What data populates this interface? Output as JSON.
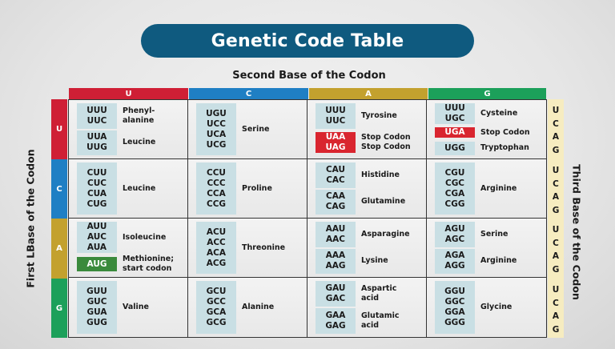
{
  "title": "Genetic Code Table",
  "second_base_label": "Second Base of the Codon",
  "first_base_label": "First LBase of the Codon",
  "third_base_label": "Third Base of the Codon",
  "colors": {
    "U": "#cf1f35",
    "C": "#1f7fc4",
    "A": "#c3a12e",
    "G": "#1ca05a",
    "title_bg": "#0f5a7f",
    "stop": "#d9252f",
    "start": "#3a8a3c",
    "codon_bg": "#c9dfe4",
    "third_bar": "#f6ecc0"
  },
  "columns": [
    "U",
    "C",
    "A",
    "G"
  ],
  "rows": [
    "U",
    "C",
    "A",
    "G"
  ],
  "third_bases": [
    "U",
    "C",
    "A",
    "G",
    "U",
    "C",
    "A",
    "G",
    "U",
    "C",
    "A",
    "G",
    "U",
    "C",
    "A",
    "G"
  ],
  "cells": [
    [
      {
        "groups": [
          {
            "codons": [
              "UUU",
              "UUC"
            ],
            "aa": [
              "Phenyl-",
              "alanine"
            ]
          },
          {
            "codons": [
              "UUA",
              "UUG"
            ],
            "aa": [
              "Leucine"
            ]
          }
        ]
      },
      {
        "groups": [
          {
            "codons": [
              "UGU",
              "UCC",
              "UCA",
              "UCG"
            ],
            "aa": [
              "Serine"
            ]
          }
        ]
      },
      {
        "groups": [
          {
            "codons": [
              "UUU",
              "UUC"
            ],
            "aa": [
              "Tyrosine"
            ]
          },
          {
            "codons": [
              "UAA",
              "UAG"
            ],
            "aa": [
              "Stop Codon",
              "Stop Codon"
            ],
            "type": "stop"
          }
        ]
      },
      {
        "groups": [
          {
            "codons": [
              "UUU",
              "UGC"
            ],
            "aa": [
              "Cysteine"
            ]
          },
          {
            "codons": [
              "UGA"
            ],
            "aa": [
              "Stop Codon"
            ],
            "type": "stop"
          },
          {
            "codons": [
              "UGG"
            ],
            "aa": [
              "Tryptophan"
            ]
          }
        ]
      }
    ],
    [
      {
        "groups": [
          {
            "codons": [
              "CUU",
              "CUC",
              "CUA",
              "CUG"
            ],
            "aa": [
              "Leucine"
            ]
          }
        ]
      },
      {
        "groups": [
          {
            "codons": [
              "CCU",
              "CCC",
              "CCA",
              "CCG"
            ],
            "aa": [
              "Proline"
            ]
          }
        ]
      },
      {
        "groups": [
          {
            "codons": [
              "CAU",
              "CAC"
            ],
            "aa": [
              "Histidine"
            ]
          },
          {
            "codons": [
              "CAA",
              "CAG"
            ],
            "aa": [
              "Glutamine"
            ]
          }
        ]
      },
      {
        "groups": [
          {
            "codons": [
              "CGU",
              "CGC",
              "CGA",
              "CGG"
            ],
            "aa": [
              "Arginine"
            ]
          }
        ]
      }
    ],
    [
      {
        "groups": [
          {
            "codons": [
              "AUU",
              "AUC",
              "AUA"
            ],
            "aa": [
              "Isoleucine"
            ]
          },
          {
            "codons": [
              "AUG"
            ],
            "aa": [
              "Methionine;",
              "start codon"
            ],
            "type": "start"
          }
        ]
      },
      {
        "groups": [
          {
            "codons": [
              "ACU",
              "ACC",
              "ACA",
              "ACG"
            ],
            "aa": [
              "Threonine"
            ]
          }
        ]
      },
      {
        "groups": [
          {
            "codons": [
              "AAU",
              "AAC"
            ],
            "aa": [
              "Asparagine"
            ]
          },
          {
            "codons": [
              "AAA",
              "AAG"
            ],
            "aa": [
              "Lysine"
            ]
          }
        ]
      },
      {
        "groups": [
          {
            "codons": [
              "AGU",
              "AGC"
            ],
            "aa": [
              "Serine"
            ]
          },
          {
            "codons": [
              "AGA",
              "AGG"
            ],
            "aa": [
              "Arginine"
            ]
          }
        ]
      }
    ],
    [
      {
        "groups": [
          {
            "codons": [
              "GUU",
              "GUC",
              "GUA",
              "GUG"
            ],
            "aa": [
              "Valine"
            ]
          }
        ]
      },
      {
        "groups": [
          {
            "codons": [
              "GCU",
              "GCC",
              "GCA",
              "GCG"
            ],
            "aa": [
              "Alanine"
            ]
          }
        ]
      },
      {
        "groups": [
          {
            "codons": [
              "GAU",
              "GAC"
            ],
            "aa": [
              "Aspartic",
              "acid"
            ]
          },
          {
            "codons": [
              "GAA",
              "GAG"
            ],
            "aa": [
              "Glutamic",
              "acid"
            ]
          }
        ]
      },
      {
        "groups": [
          {
            "codons": [
              "GGU",
              "GGC",
              "GGA",
              "GGG"
            ],
            "aa": [
              "Glycine"
            ]
          }
        ]
      }
    ]
  ]
}
